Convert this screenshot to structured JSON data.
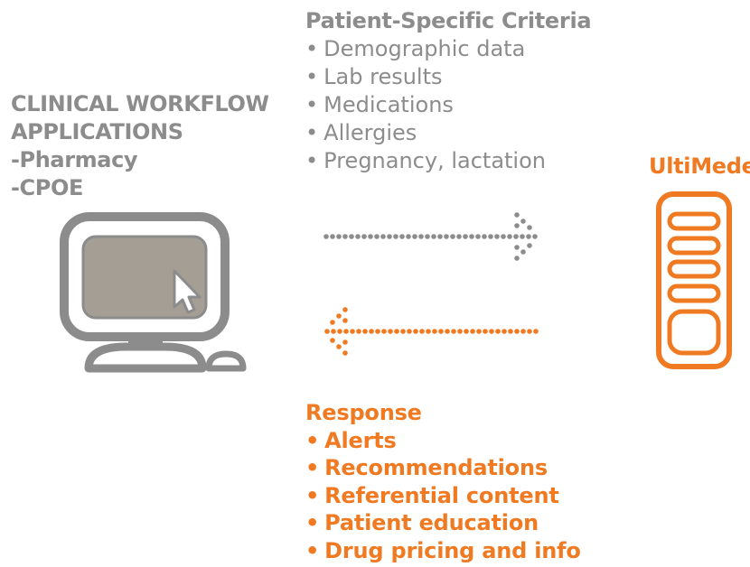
{
  "clinical_workflow": {
    "lines": [
      "CLINICAL WORKFLOW",
      "APPLICATIONS",
      "-Pharmacy",
      "-CPOE"
    ]
  },
  "criteria": {
    "title": "Patient-Specific Criteria",
    "items": [
      "Demographic data",
      "Lab results",
      "Medications",
      "Allergies",
      "Pregnancy, lactation"
    ]
  },
  "response": {
    "title": "Response",
    "items": [
      "Alerts",
      "Recommendations",
      "Referential content",
      "Patient education",
      "Drug pricing and info"
    ]
  },
  "product": {
    "name": "UltiMedex"
  },
  "colors": {
    "gray": "#8c8c8c",
    "orange": "#ef7a22",
    "screen": "#a59e94"
  },
  "icons": {
    "computer": "computer-icon",
    "server": "server-icon",
    "arrow_right": "dotted-arrow-right-icon",
    "arrow_left": "dotted-arrow-left-icon"
  }
}
